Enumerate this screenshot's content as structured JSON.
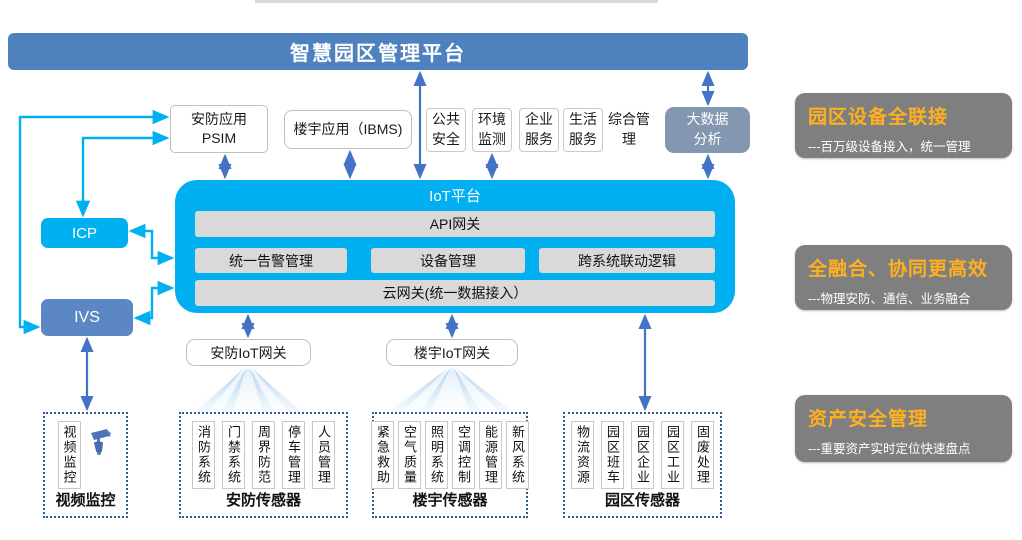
{
  "banner": {
    "title": "智慧园区管理平台"
  },
  "apps": {
    "psim": {
      "line1": "安防应用",
      "line2": "PSIM"
    },
    "ibms": {
      "label": "楼宇应用（IBMS)"
    },
    "services": [
      "公共安全",
      "环境监测",
      "企业服务",
      "生活服务",
      "综合管理"
    ],
    "bigdata": {
      "line1": "大数据",
      "line2": "分析"
    }
  },
  "left_systems": {
    "icp": "ICP",
    "ivs": "IVS"
  },
  "iot": {
    "title": "IoT平台",
    "api_gateway": "API网关",
    "modules": [
      "统一告警管理",
      "设备管理",
      "跨系统联动逻辑"
    ],
    "cloud_gateway": "云网关(统一数据接入）"
  },
  "gateways": {
    "security": "安防IoT网关",
    "building": "楼宇IoT网关"
  },
  "groups": [
    {
      "label": "视频监控",
      "columns": [
        "视频监控"
      ],
      "icon": "camera-icon"
    },
    {
      "label": "安防传感器",
      "columns": [
        "消防系统",
        "门禁系统",
        "周界防范",
        "停车管理",
        "人员管理"
      ]
    },
    {
      "label": "楼宇传感器",
      "columns": [
        "紧急救助",
        "空气质量",
        "照明系统",
        "空调控制",
        "能源管理",
        "新风系统"
      ]
    },
    {
      "label": "园区传感器",
      "columns": [
        "物流资源",
        "园区班车",
        "园区企业",
        "园区工业",
        "固废处理"
      ]
    }
  ],
  "highlights": [
    {
      "title": "园区设备全联接",
      "desc": "---百万级设备接入，统一管理"
    },
    {
      "title": "全融合、协同更高效",
      "desc": "---物理安防、通信、业务融合"
    },
    {
      "title": "资产安全管理",
      "desc": "---重要资产实时定位快速盘点"
    }
  ],
  "colors": {
    "banner_blue": "#4e81bd",
    "iot_cyan": "#00b0f0",
    "ivs_blue": "#5b87c5",
    "bigdata_gray_blue": "#8497b0",
    "module_gray": "#d9d9d9",
    "arrow_blue": "#4472c4",
    "arrow_cyan": "#00b0f0",
    "panel_gray": "#7f7f7f",
    "panel_orange": "#ffb020",
    "dotted_border": "#2e5b97"
  }
}
